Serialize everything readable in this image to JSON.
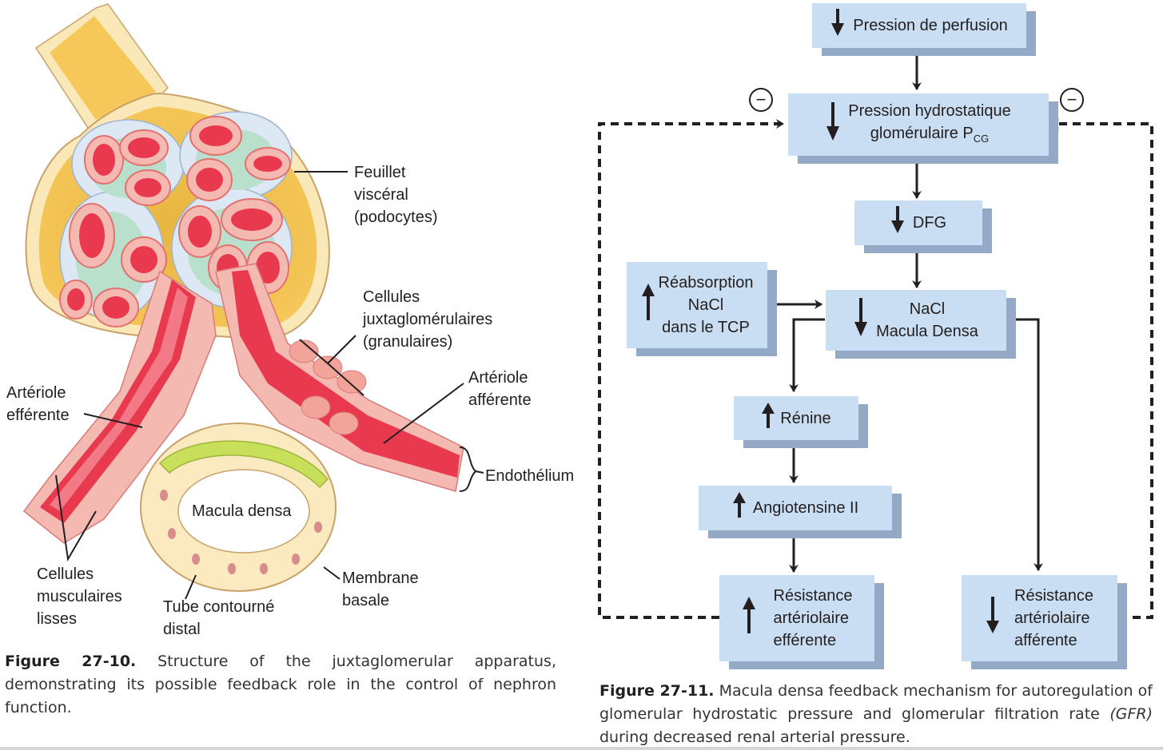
{
  "figure_left": {
    "labels": {
      "feuillet": [
        "Feuillet",
        "viscéral",
        "(podocytes)"
      ],
      "cellules_jg": [
        "Cellules",
        "juxtaglomérulaires",
        "(granulaires)"
      ],
      "arteriole_afferente": [
        "Artériole",
        "afférente"
      ],
      "arteriole_efferente": [
        "Artériole",
        "efférente"
      ],
      "endothelium": "Endothélium",
      "macula_densa": "Macula densa",
      "cellules_musculaires": [
        "Cellules",
        "musculaires",
        "lisses"
      ],
      "tube_contourne": [
        "Tube contourné",
        "distal"
      ],
      "membrane_basale": [
        "Membrane",
        "basale"
      ]
    },
    "caption": {
      "number": "Figure 27-10.",
      "text": " Structure of the juxtaglomerular apparatus, demonstrating its possible feedback role in the control of nephron function."
    },
    "colors": {
      "capsule": "#f6c85a",
      "capsule_wall": "#fbe8b8",
      "vessel": "#e8394f",
      "vessel_wall": "#f4b9b0",
      "macula_cells": "#c8df5a",
      "tubule_cells": "#fbeac0",
      "podocyte": "#dde8f5",
      "mesangium": "#b8e0cc"
    }
  },
  "figure_right": {
    "boxes": {
      "pression_perfusion": {
        "arrow": "down",
        "lines": [
          "Pression de perfusion"
        ]
      },
      "pression_hydro": {
        "arrow": "down",
        "lines": [
          "Pression hydrostatique",
          "glomérulaire P"
        ],
        "subscript": "CG"
      },
      "dfg": {
        "arrow": "down",
        "lines": [
          "DFG"
        ]
      },
      "reabsorption": {
        "arrow": "up",
        "lines": [
          "Réabsorption",
          "NaCl",
          "dans le TCP"
        ]
      },
      "nacl_macula": {
        "arrow": "down",
        "lines": [
          "NaCl",
          "Macula Densa"
        ]
      },
      "renine": {
        "arrow": "up",
        "lines": [
          "Rénine"
        ]
      },
      "angiotensine": {
        "arrow": "up",
        "lines": [
          "Angiotensine II"
        ]
      },
      "resistance_efferente": {
        "arrow": "up",
        "lines": [
          "Résistance",
          "artériolaire",
          "efférente"
        ]
      },
      "resistance_afferente": {
        "arrow": "down",
        "lines": [
          "Résistance",
          "artériolaire",
          "afférente"
        ]
      }
    },
    "feedback_sign": "−",
    "caption": {
      "number": "Figure 27-11.",
      "text": " Macula densa feedback mechanism for autoregulation of glomerular hydrostatic pressure and glomerular filtration rate ",
      "italic": "(GFR)",
      "tail": " during decreased renal arterial pressure."
    },
    "colors": {
      "box_fill": "#c9def2",
      "box_shadow": "#93a9c5",
      "arrow": "#231f20"
    }
  }
}
